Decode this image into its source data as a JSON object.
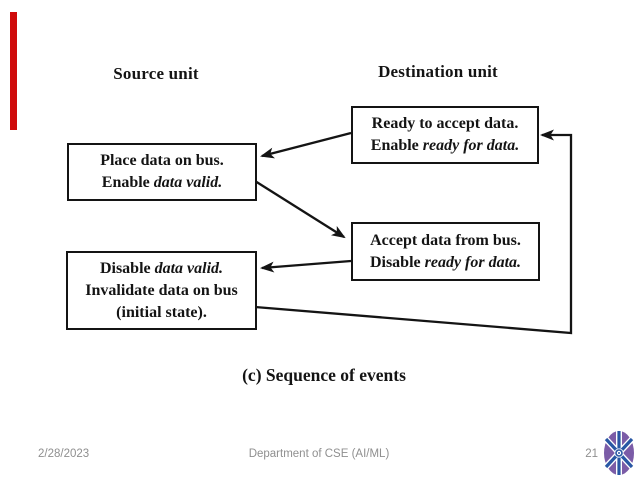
{
  "colors": {
    "accent_bar": "#cf0b0b",
    "diagram_ink": "#141414",
    "footer_text": "#8f8f8f",
    "logo_purple": "#7b5ca7",
    "logo_blue": "#2857a4"
  },
  "diagram": {
    "source_heading": "Source unit",
    "destination_heading": "Destination unit",
    "boxes": {
      "place": {
        "line1": "Place data on bus.",
        "line2_roman": "Enable ",
        "line2_italic": "data valid."
      },
      "ready": {
        "line1": "Ready to accept data.",
        "line2_roman": "Enable ",
        "line2_italic": "ready for data."
      },
      "accept": {
        "line1": "Accept data from bus.",
        "line2_roman": "Disable ",
        "line2_italic": "ready for data."
      },
      "disable": {
        "line1_roman": "Disable ",
        "line1_italic": "data valid.",
        "line2": "Invalidate data on bus",
        "line3": "(initial state)."
      }
    },
    "caption": "(c) Sequence of events"
  },
  "footer": {
    "date": "2/28/2023",
    "department": "Department of CSE (AI/ML)",
    "page_number": "21"
  }
}
